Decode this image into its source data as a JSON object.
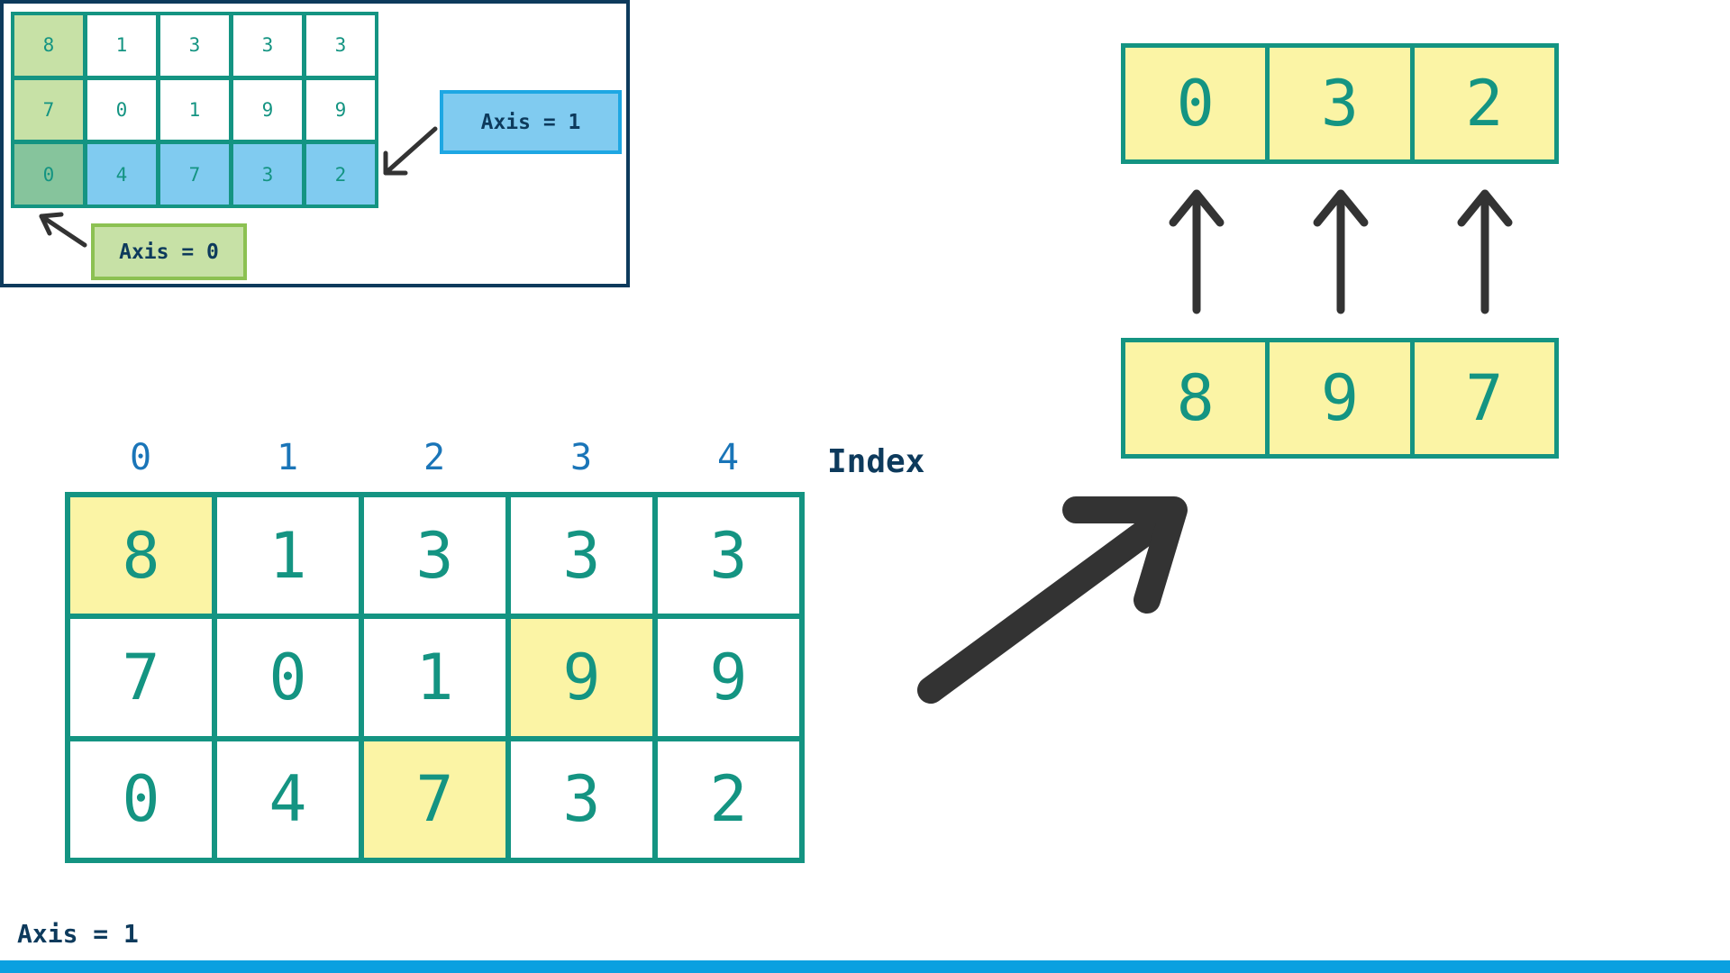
{
  "inset": {
    "grid": [
      [
        "8",
        "1",
        "3",
        "3",
        "3"
      ],
      [
        "7",
        "0",
        "1",
        "9",
        "9"
      ],
      [
        "0",
        "4",
        "7",
        "3",
        "2"
      ]
    ],
    "axis1_label": "Axis = 1",
    "axis0_label": "Axis = 0"
  },
  "main": {
    "indices": [
      "0",
      "1",
      "2",
      "3",
      "4"
    ],
    "index_label": "Index",
    "grid": [
      [
        "8",
        "1",
        "3",
        "3",
        "3"
      ],
      [
        "7",
        "0",
        "1",
        "9",
        "9"
      ],
      [
        "0",
        "4",
        "7",
        "3",
        "2"
      ]
    ]
  },
  "result": {
    "argmax_indices": [
      "0",
      "3",
      "2"
    ],
    "max_values": [
      "8",
      "9",
      "7"
    ]
  },
  "caption": "Axis = 1",
  "colors": {
    "teal": "#149482",
    "highlight_yellow": "#fbf4a5",
    "axis_blue": "#80cbf0",
    "axis_green": "#c7e1a6",
    "navy": "#0d3a5c",
    "index_blue": "#1a75b8",
    "bar_blue": "#0aa0e0"
  }
}
